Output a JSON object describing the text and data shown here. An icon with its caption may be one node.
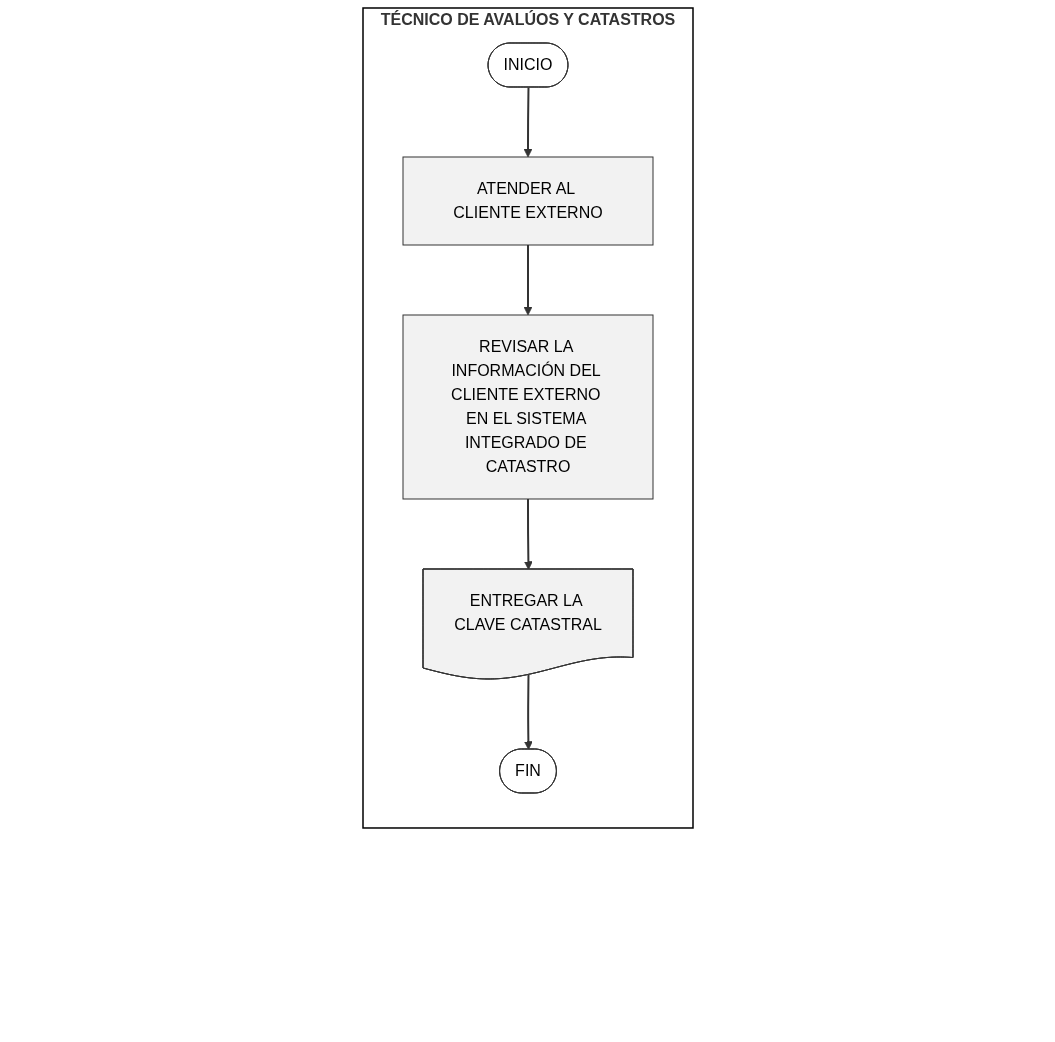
{
  "diagram": {
    "nodes": [
      {
        "text": [
          "TÉCNICO DE AVALÚOS Y CATASTROS"
        ]
      },
      {
        "text": [
          "INICIO"
        ],
        "in": 0
      },
      {
        "text": [
          "ATENDER AL CLIENTE EXTERNO"
        ],
        "in": 0
      },
      {
        "text": [
          "REVISAR LA INFORMACIÓN DEL CLIENTE EXTERNO EN EL SISTEMA INTEGRADO DE CATASTRO"
        ],
        "in": 0
      },
      {
        "text": [
          "ENTREGAR LA CLAVE CATASTRAL"
        ],
        "in": 0
      },
      {
        "text": [
          "FIN"
        ],
        "in": 0
      }
    ],
    "edges": [
      {
        "from": 1,
        "to": 2,
        "arrow": "to"
      },
      {
        "from": 2,
        "to": 3,
        "arrow": "to"
      },
      {
        "from": 3,
        "to": 4,
        "arrow": "to"
      },
      {
        "from": 4,
        "to": 5,
        "arrow": "to"
      }
    ]
  }
}
